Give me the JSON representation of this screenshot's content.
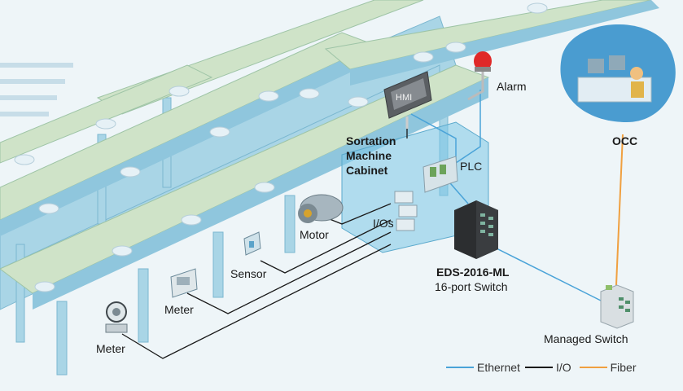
{
  "labels": {
    "hmi": "HMI",
    "alarm": "Alarm",
    "cabinet_line1": "Sortation",
    "cabinet_line2": "Machine",
    "cabinet_line3": "Cabinet",
    "plc": "PLC",
    "ios": "I/Os",
    "motor": "Motor",
    "sensor": "Sensor",
    "meter_upper": "Meter",
    "meter_lower": "Meter",
    "switch_model": "EDS-2016-ML",
    "switch_desc": "16-port Switch",
    "managed_switch": "Managed Switch",
    "occ": "OCC"
  },
  "legend": [
    {
      "label": "Ethernet",
      "color": "#4aa3d8"
    },
    {
      "label": "I/O",
      "color": "#1a1a1a"
    },
    {
      "label": "Fiber",
      "color": "#f0a040"
    }
  ],
  "colors": {
    "ethernet": "#4aa3d8",
    "io": "#1a1a1a",
    "fiber": "#f0a040",
    "conveyor_top": "#cfe3c8",
    "structure": "#8fc6dd",
    "occ_bubble": "#4a9cd0"
  }
}
